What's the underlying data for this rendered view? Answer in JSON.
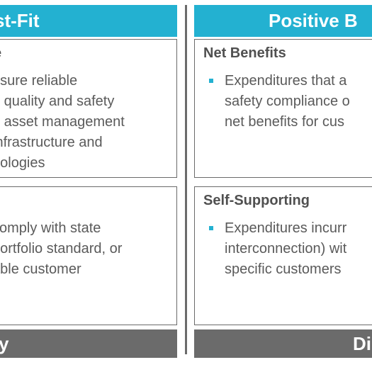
{
  "colors": {
    "accent": "#23b1d1",
    "footer": "#6b6b6b",
    "border": "#6b6b6b"
  },
  "left_header": {
    "label": "st-Fit"
  },
  "right_header": {
    "label": "Positive B"
  },
  "left_top": {
    "title": "e",
    "lines": [
      "nsure reliable",
      "e quality and safety",
      "g asset management",
      " infrastructure and",
      "nologies"
    ]
  },
  "left_bottom": {
    "lines": [
      " comply with state",
      "portfolio standard, or",
      "able customer"
    ]
  },
  "right_top": {
    "title": "Net Benefits",
    "lines": [
      "Expenditures that a",
      "safety compliance o",
      "net benefits for cus"
    ]
  },
  "right_bottom": {
    "title": "Self-Supporting",
    "lines": [
      "Expenditures incurr",
      "interconnection) wit",
      "specific customers"
    ]
  },
  "left_footer": {
    "label": "y"
  },
  "right_footer": {
    "label": "Di"
  }
}
